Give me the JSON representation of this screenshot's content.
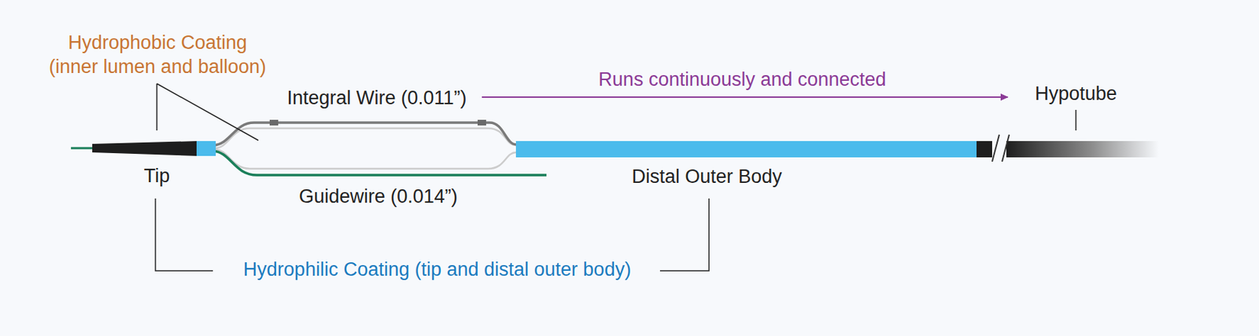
{
  "diagram": {
    "labels": [
      "Hydrophobic Coating (inner lumen and balloon)",
      "Integral Wire (0.011”)",
      "Runs continuously and connected",
      "Hypotube",
      "Tip",
      "Guidewire (0.014”)",
      "Distal Outer Body",
      "Hydrophilic Coating (tip and distal outer body)"
    ]
  }
}
